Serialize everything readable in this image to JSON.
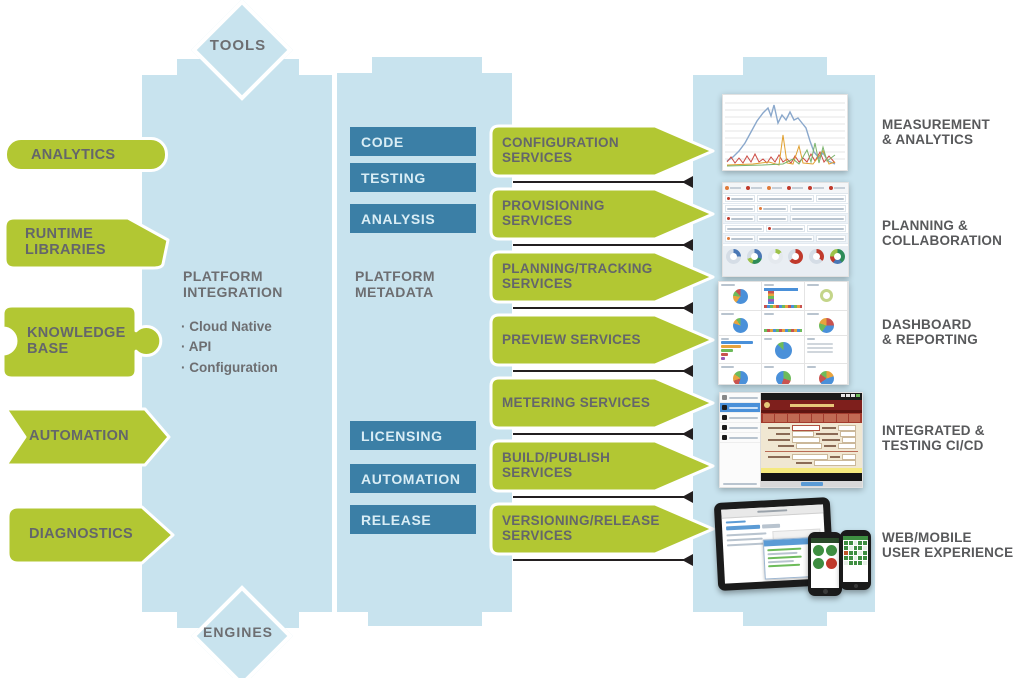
{
  "diagram": {
    "tools_label": "TOOLS",
    "engines_label": "ENGINES",
    "left_items": [
      {
        "label": "ANALYTICS"
      },
      {
        "label": "RUNTIME LIBRARIES"
      },
      {
        "label": "KNOWLEDGE BASE"
      },
      {
        "label": "AUTOMATION"
      },
      {
        "label": "DIAGNOSTICS"
      }
    ],
    "platform_integration": {
      "title": "PLATFORM INTEGRATION",
      "bullets": [
        "Cloud Native",
        "API",
        "Configuration"
      ]
    },
    "platform_metadata": {
      "title": "PLATFORM METADATA",
      "top_boxes": [
        "CODE",
        "TESTING",
        "ANALYSIS"
      ],
      "bottom_boxes": [
        "LICENSING",
        "AUTOMATION",
        "RELEASE"
      ]
    },
    "services": [
      "CONFIGURATION SERVICES",
      "PROVISIONING SERVICES",
      "PLANNING/TRACKING SERVICES",
      "PREVIEW SERVICES",
      "METERING SERVICES",
      "BUILD/PUBLISH SERVICES",
      "VERSIONING/RELEASE SERVICES"
    ],
    "right_labels": [
      {
        "line1": "MEASUREMENT",
        "line2": "& ANALYTICS"
      },
      {
        "line1": "PLANNING &",
        "line2": "COLLABORATION"
      },
      {
        "line1": "DASHBOARD",
        "line2": "& REPORTING"
      },
      {
        "line1": "INTEGRATED &",
        "line2": "TESTING CI/CD"
      },
      {
        "line1": "WEB/MOBILE",
        "line2": "USER EXPERIENCE"
      }
    ],
    "thumbnails": [
      {
        "name": "measurement-line-chart-screenshot"
      },
      {
        "name": "planning-collaboration-screenshot"
      },
      {
        "name": "dashboard-reporting-screenshot"
      },
      {
        "name": "cicd-store-form-screenshot"
      },
      {
        "name": "web-mobile-devices-screenshot"
      }
    ],
    "colors": {
      "column_blue": "#c8e3ee",
      "green": "#b2c733",
      "teal": "#3b7fa6",
      "text_gray": "#6d6e71",
      "label_dark": "#58595b"
    }
  }
}
